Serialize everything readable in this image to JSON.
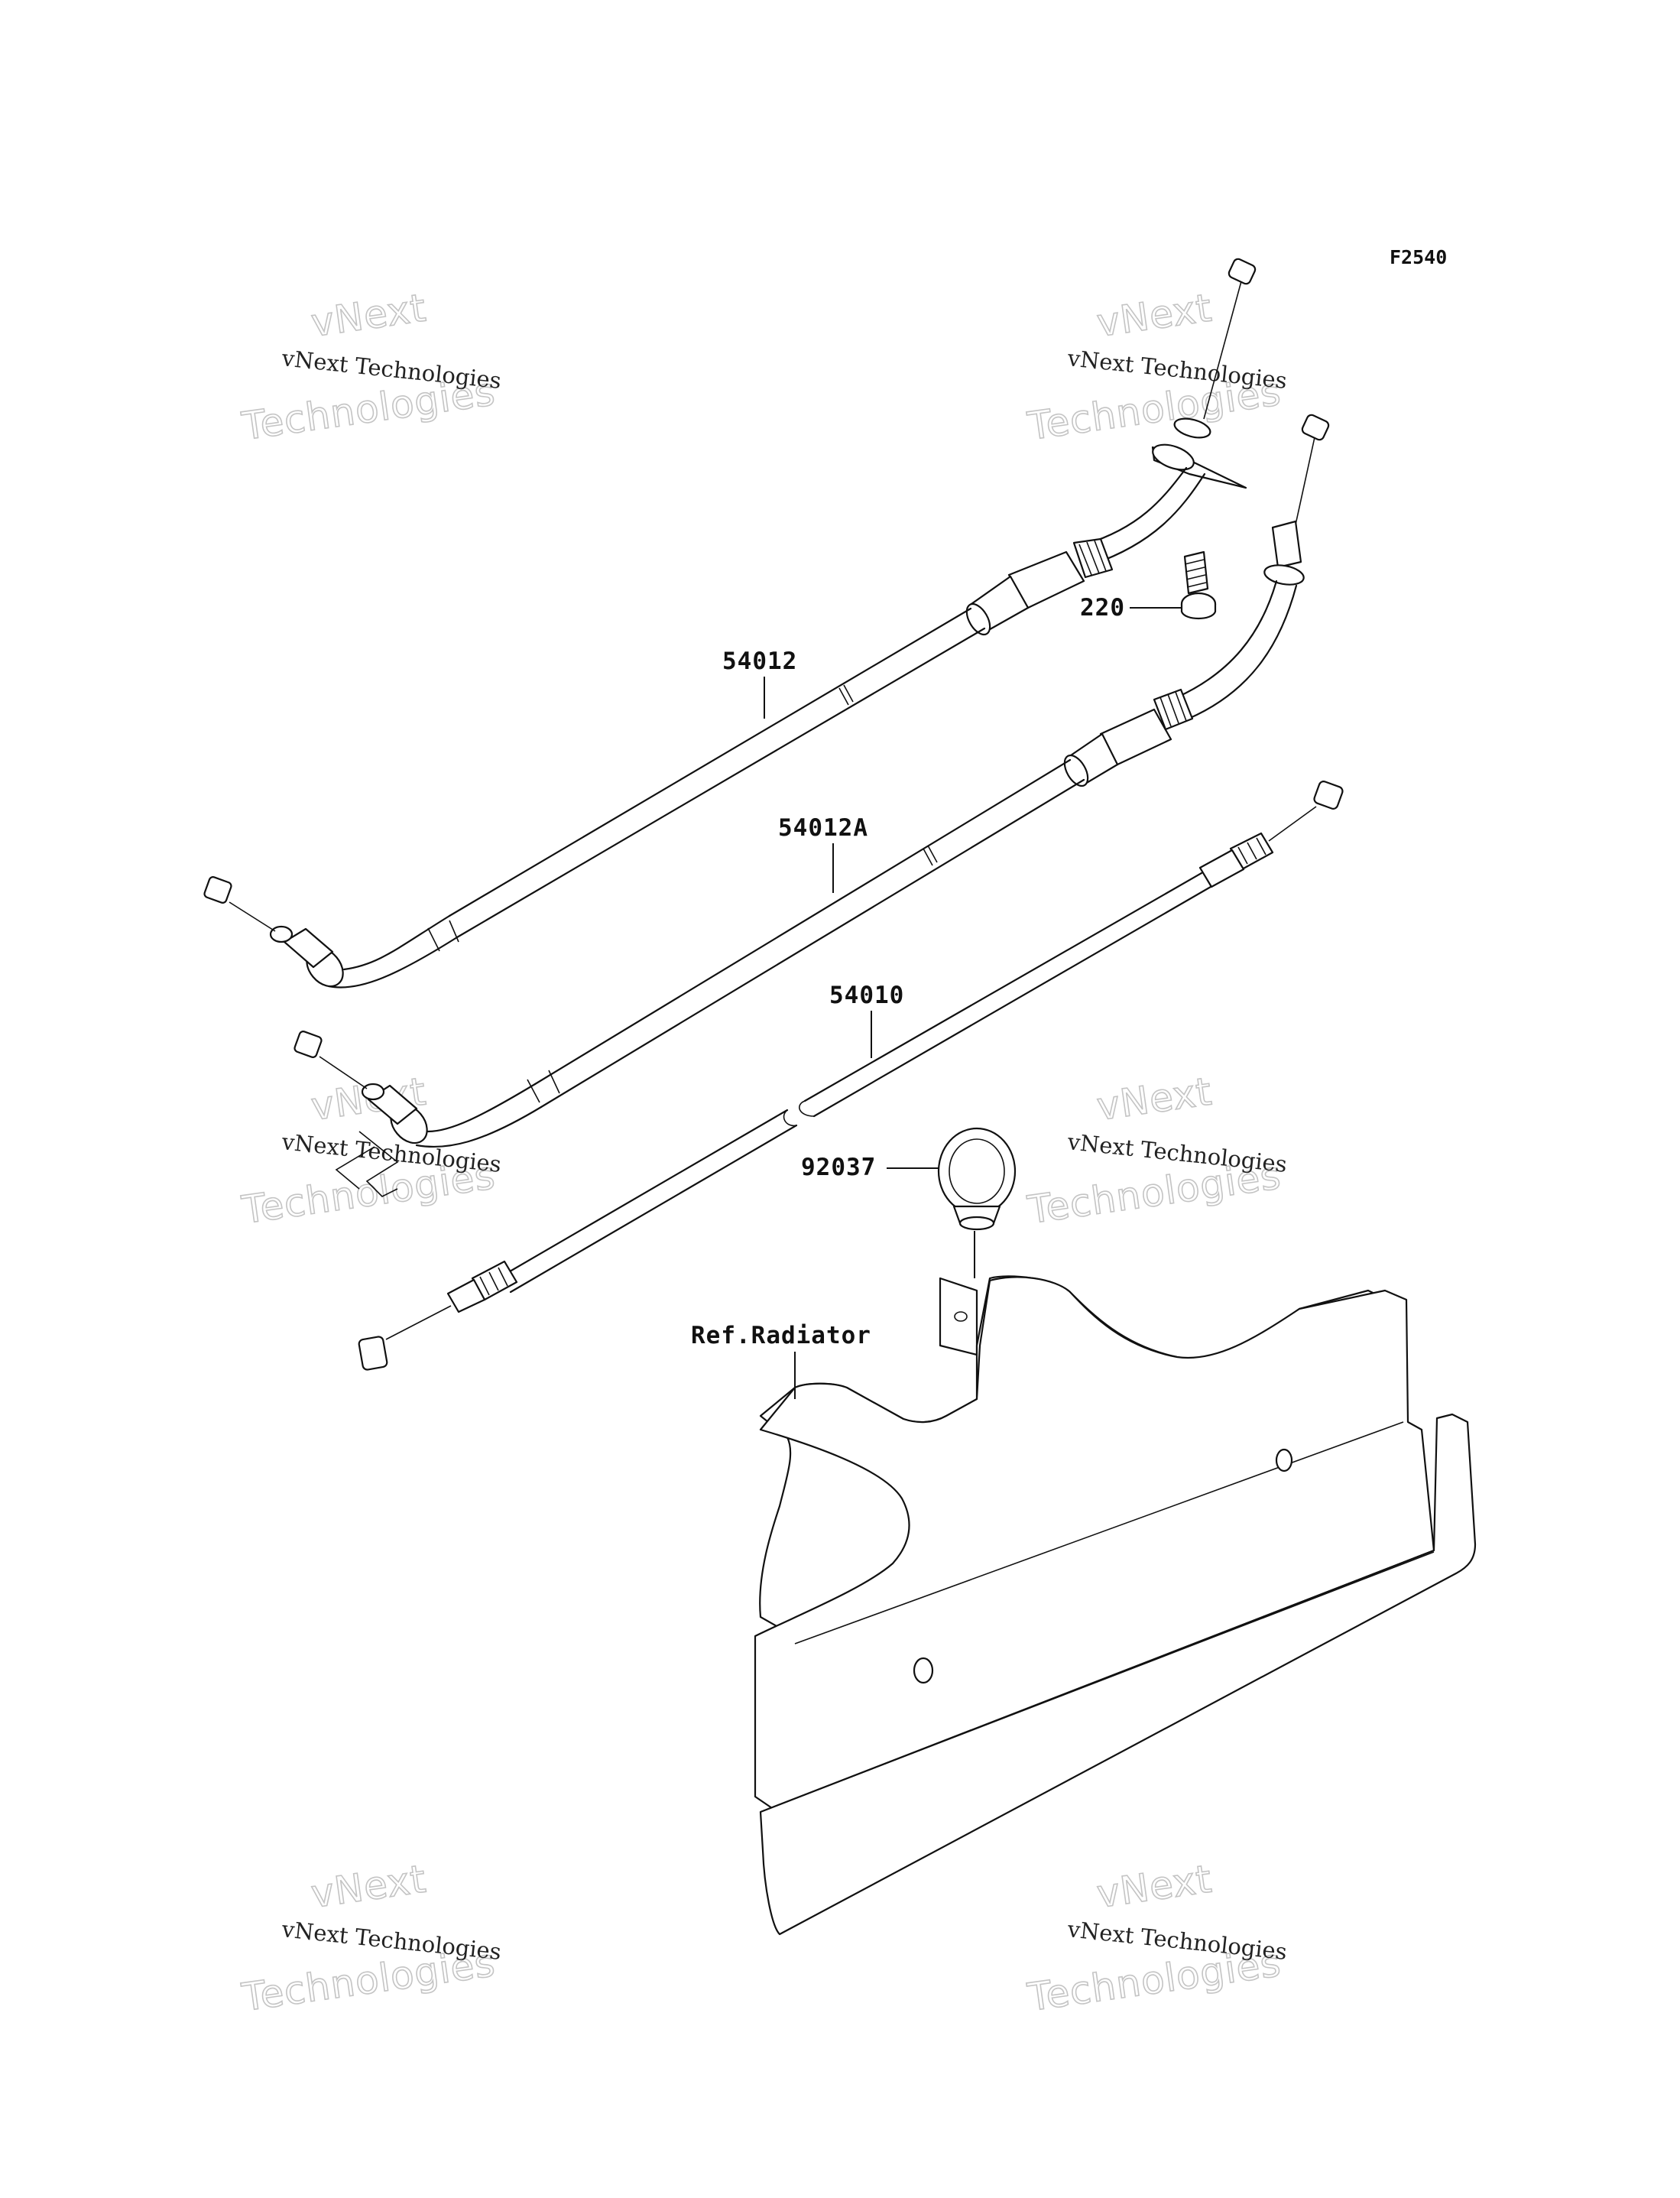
{
  "figure_code": "F2540",
  "labels": {
    "cable_54012": "54012",
    "cable_54012a": "54012A",
    "cable_54010": "54010",
    "bolt_220": "220",
    "grommet_92037": "92037",
    "ref_radiator": "Ref.Radiator"
  },
  "watermark": {
    "line_small": "vNext Technologies",
    "line_big_1": "vNext",
    "line_big_2": "Technologies"
  },
  "colors": {
    "ink": "#111111",
    "watermark": "#c4c4c4",
    "background": "#ffffff"
  }
}
